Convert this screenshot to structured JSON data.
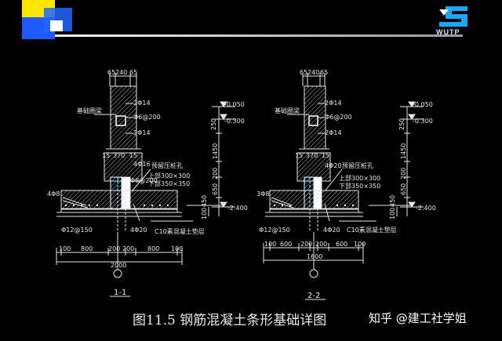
{
  "logo": {
    "text": "WUTP"
  },
  "caption": "图11.5  钢筋混凝土条形基础详图",
  "watermark": "知乎 @建工社学姐",
  "colors": {
    "background": "#000000",
    "line": "#e6e6e6",
    "cyan": "#00e0ff",
    "yellow": "#ffe600",
    "blue": "#1e5aff",
    "white_bar": "#f0f0f0"
  },
  "section_left": {
    "label": "1-1",
    "top_dims": [
      "65",
      "240",
      "65"
    ],
    "ring_beam": "基础圈梁",
    "rebar_top": "2Φ14",
    "stirrup": "Φ6@200",
    "rebar_mid": "2Φ14",
    "step_dims": [
      "15",
      "370",
      "15"
    ],
    "pile_rebar": "4Φ16",
    "pile_stirrup": "Φ8@200",
    "pile_hole_title": "预留压桩孔",
    "pile_hole_top": "上部300×300",
    "pile_hole_bottom": "下部350×350",
    "bottom_rebar_left": "4Φ8",
    "bottom_rebar_main": "Φ12@150",
    "pile_bottom_rebar": "4Φ20",
    "cushion": "C10素混凝土垫层",
    "elev_top": "-0.050",
    "elev_2": "-0.300",
    "elev_bottom": "-2.400",
    "vert_dims": [
      "250",
      "1450",
      "200",
      "650",
      "450",
      "100"
    ],
    "bottom_dims": [
      "100",
      "800",
      "200",
      "200",
      "800",
      "100"
    ],
    "total_width": "2000"
  },
  "section_right": {
    "label": "2-2",
    "top_dims": [
      "65",
      "240",
      "65"
    ],
    "ring_beam": "基础圈梁",
    "rebar_top": "2Φ14",
    "stirrup": "Φ6@200",
    "rebar_mid": "2Φ14",
    "step_dims": [
      "15",
      "370",
      "15"
    ],
    "pile_rebar": "4Φ20",
    "pile_hole_title": "预留压桩孔",
    "pile_hole_top": "上部300×300",
    "pile_hole_bottom": "下部350×350",
    "bottom_rebar_left": "3Φ8",
    "bottom_rebar_main": "Φ12@150",
    "pile_bottom_rebar": "4Φ20",
    "cushion": "C10素混凝土垫层",
    "elev_top": "-0.050",
    "elev_2": "-0.300",
    "elev_bottom": "-2.400",
    "vert_dims": [
      "250",
      "1450",
      "200",
      "650",
      "450",
      "100"
    ],
    "bottom_dims": [
      "100",
      "600",
      "200",
      "200",
      "600",
      "100"
    ],
    "total_width": "1600"
  }
}
